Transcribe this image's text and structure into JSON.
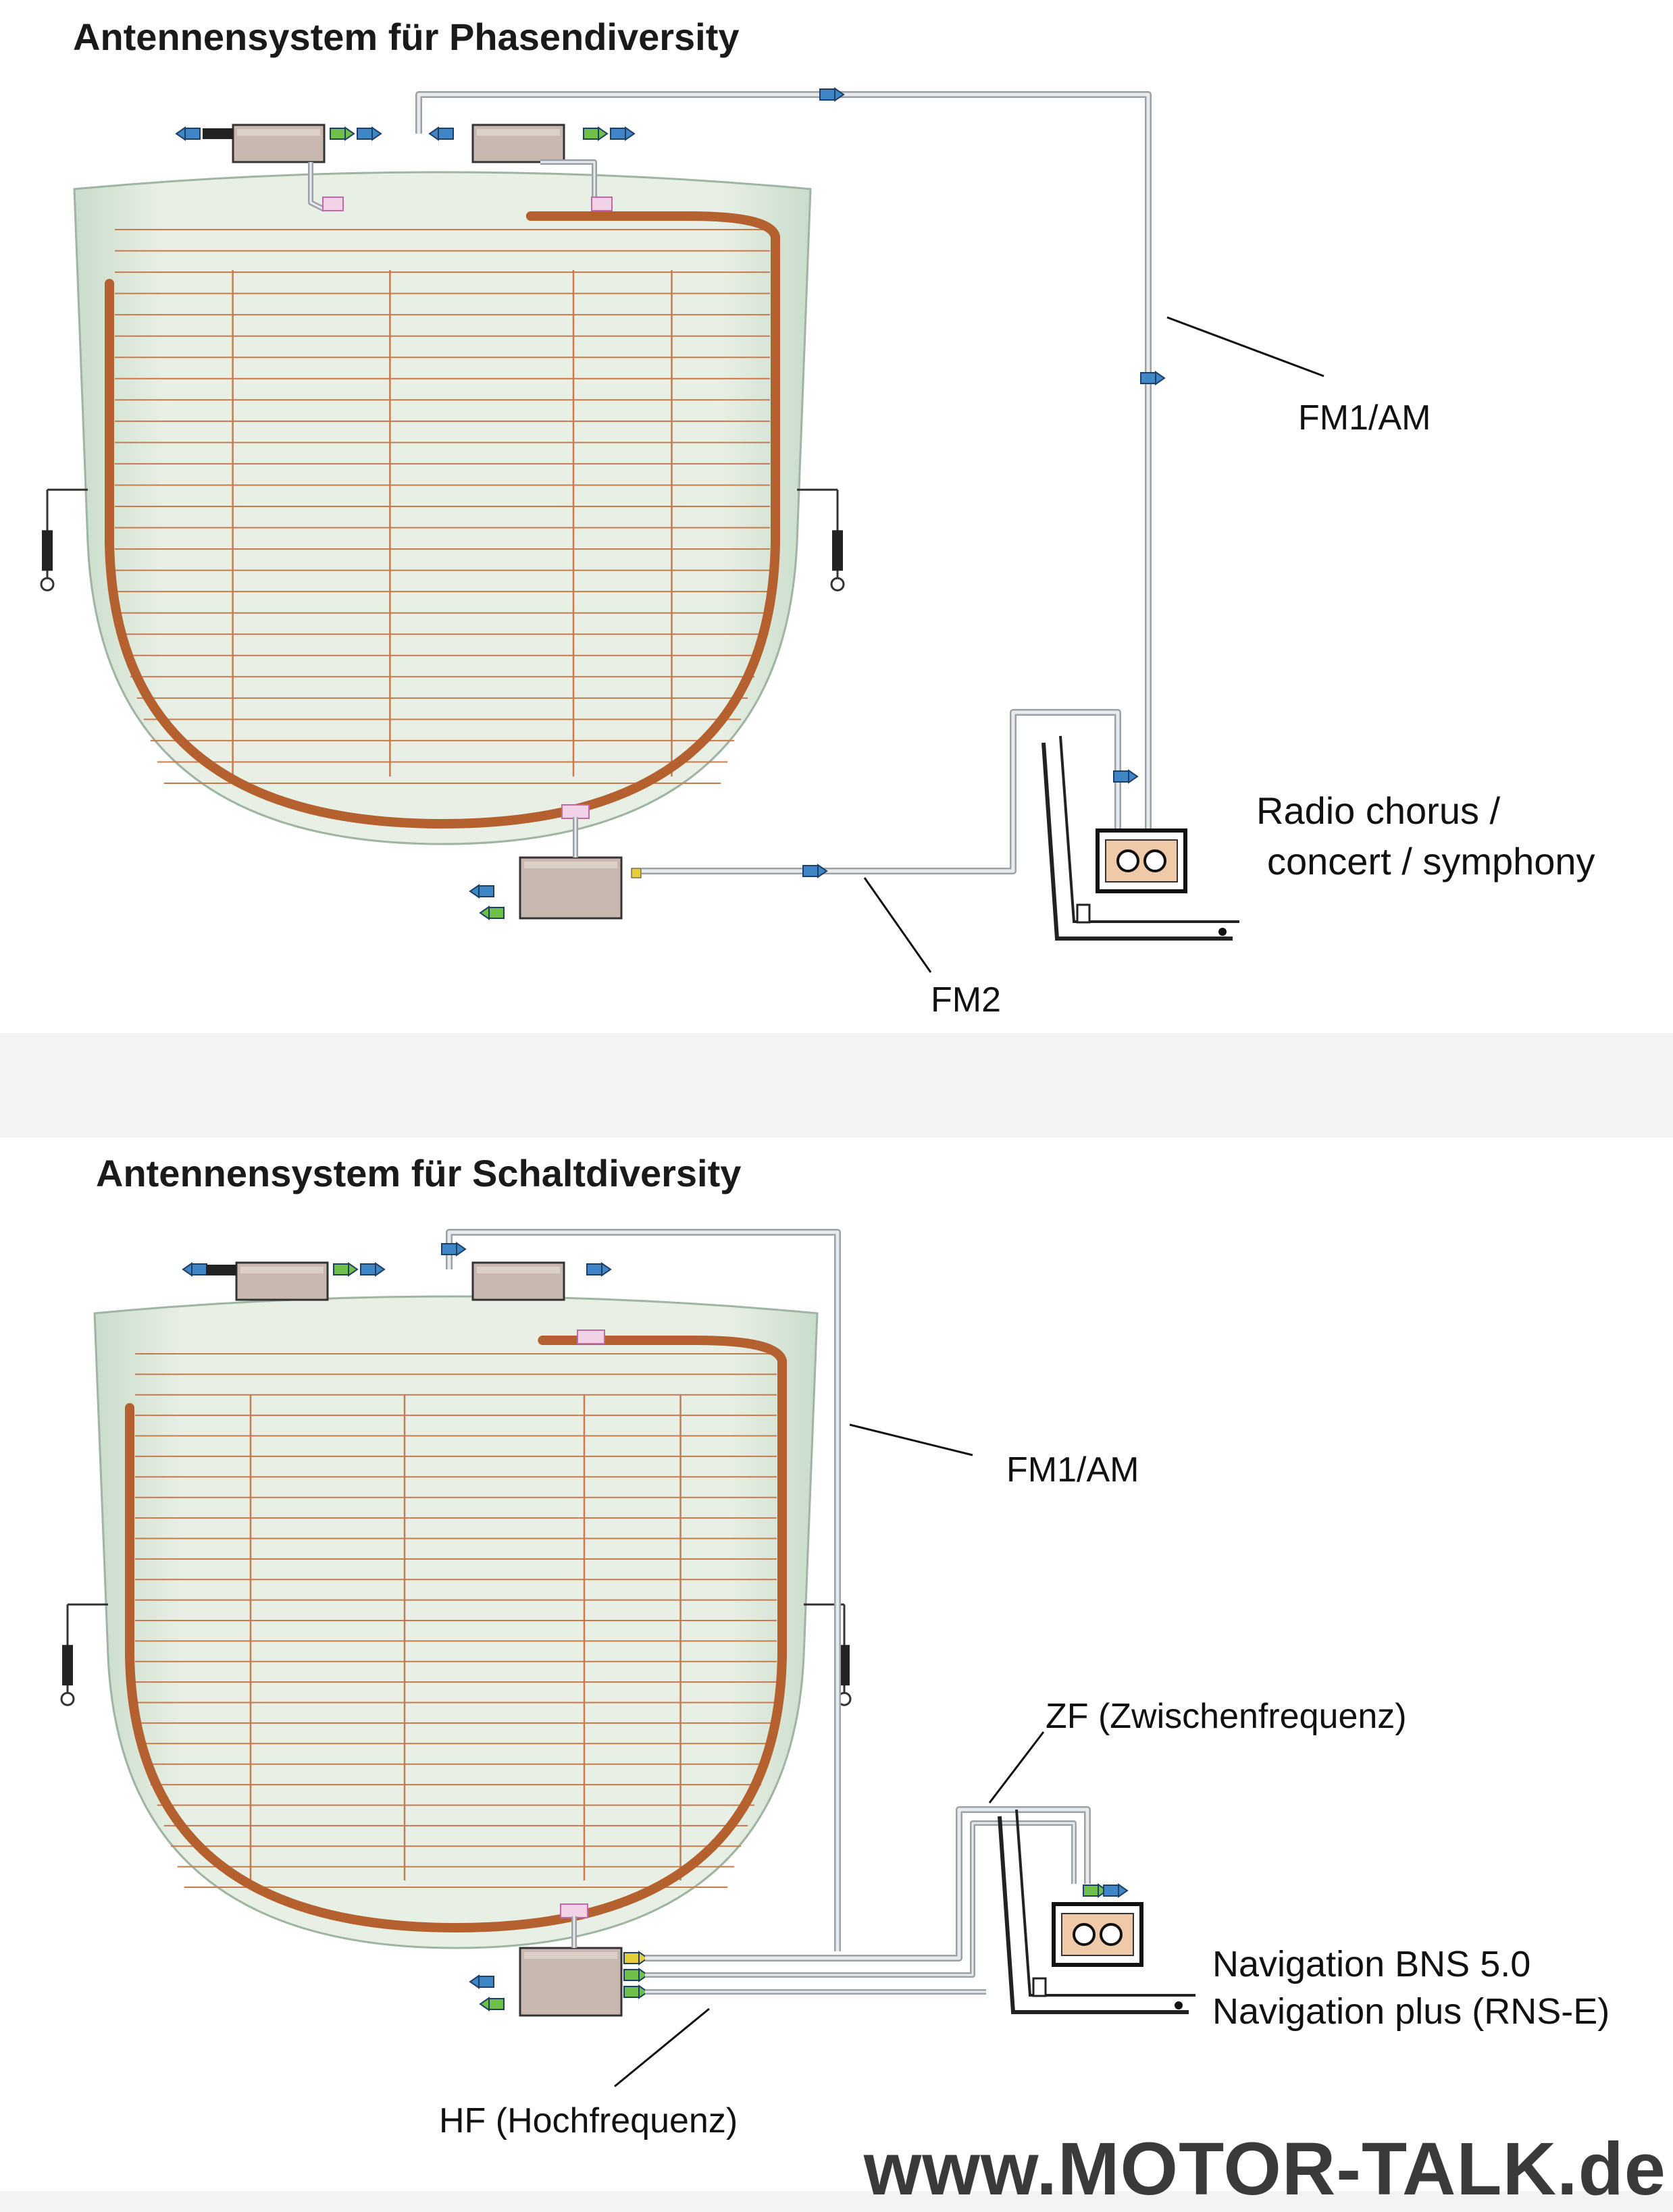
{
  "diagram_top": {
    "title": "Antennensystem für Phasendiversity",
    "label_fm1": "FM1/AM",
    "label_fm2": "FM2",
    "label_radio_line1": "Radio chorus /",
    "label_radio_line2": "concert / symphony"
  },
  "diagram_bottom": {
    "title": "Antennensystem für Schaltdiversity",
    "label_fm1": "FM1/AM",
    "label_zf": "ZF (Zwischenfrequenz)",
    "label_hf": "HF (Hochfrequenz)",
    "label_nav_line1": "Navigation BNS 5.0",
    "label_nav_line2": "Navigation plus (RNS-E)"
  },
  "watermark": "www.MOTOR-TALK.de",
  "colors": {
    "glass_fill": "#dfe9df",
    "heater_wire": "#c67a4e",
    "heater_band": "#b5612f",
    "amplifier": "#c8b8b0",
    "cable": "#9aa2a8",
    "connector_blue": "#3f86c6",
    "connector_green": "#6fbf4a",
    "connector_yellow": "#e4cf3a"
  }
}
